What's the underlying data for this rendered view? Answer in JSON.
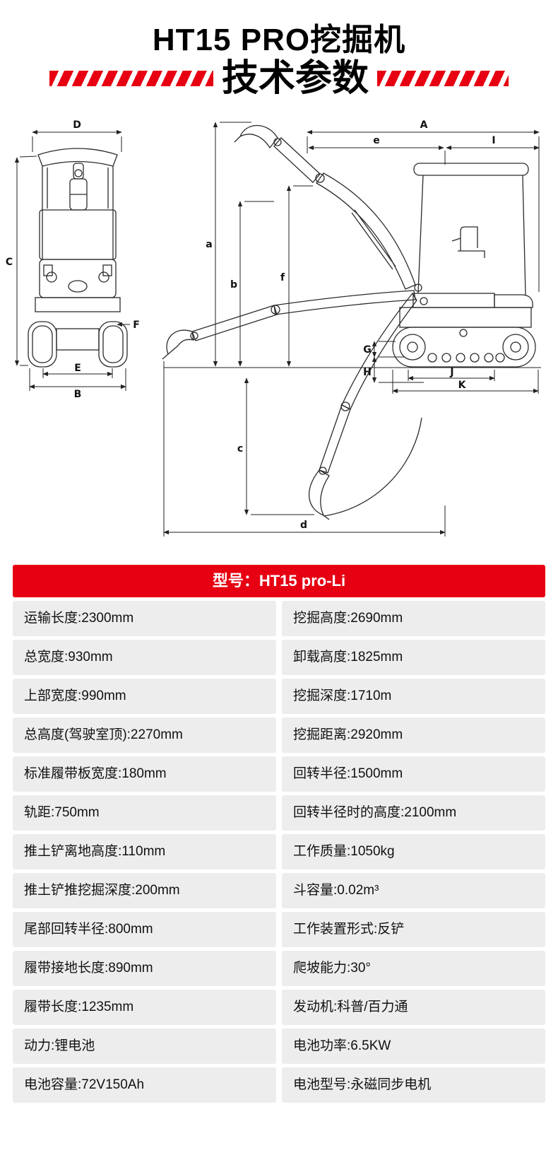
{
  "header": {
    "title": "HT15 PRO挖掘机",
    "subtitle": "技术参数"
  },
  "colors": {
    "accent_red": "#e60012",
    "cell_background": "#ededed",
    "text": "#111111"
  },
  "diagram": {
    "description": "excavator-dimension-line-drawings-front-and-side-view",
    "labels": {
      "D": "D",
      "C": "C",
      "F": "F",
      "E": "E",
      "B": "B",
      "A": "A",
      "e": "e",
      "I": "I",
      "a": "a",
      "b": "b",
      "f": "f",
      "c": "c",
      "G": "G",
      "H": "H",
      "J": "J",
      "K": "K",
      "d": "d"
    }
  },
  "table": {
    "model_header": "型号：HT15 pro-Li",
    "rows": [
      [
        "运输长度:2300mm",
        "挖掘高度:2690mm"
      ],
      [
        "总宽度:930mm",
        "卸载高度:1825mm"
      ],
      [
        "上部宽度:990mm",
        "挖掘深度:1710m"
      ],
      [
        "总高度(驾驶室顶):2270mm",
        "挖掘距离:2920mm"
      ],
      [
        "标准履带板宽度:180mm",
        "回转半径:1500mm"
      ],
      [
        "轨距:750mm",
        "回转半径时的高度:2100mm"
      ],
      [
        "推土铲离地高度:110mm",
        "工作质量:1050kg"
      ],
      [
        "推土铲推挖掘深度:200mm",
        "斗容量:0.02m³"
      ],
      [
        "尾部回转半径:800mm",
        "工作装置形式:反铲"
      ],
      [
        "履带接地长度:890mm",
        "爬坡能力:30°"
      ],
      [
        "履带长度:1235mm",
        "发动机:科普/百力通"
      ],
      [
        "动力:锂电池",
        "电池功率:6.5KW"
      ],
      [
        "电池容量:72V150Ah",
        "电池型号:永磁同步电机"
      ]
    ]
  }
}
